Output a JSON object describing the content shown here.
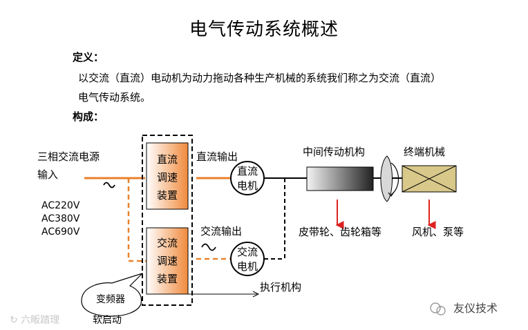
{
  "title": "电气传动系统概述",
  "definition": {
    "heading": "定义：",
    "line1": "以交流（直流）电动机为动力拖动各种生产机械的系统我们称之为交流（直流）",
    "line2": "电气传动系统。"
  },
  "composition": {
    "heading": "构成："
  },
  "diagram": {
    "power_source_line1": "三相交流电源",
    "power_source_line2": "输入",
    "voltages": [
      "AC220V",
      "AC380V",
      "AC690V"
    ],
    "dc_speed_unit": [
      "直流",
      "调速",
      "装置"
    ],
    "ac_speed_unit": [
      "交流",
      "调速",
      "装置"
    ],
    "dc_output": "直流输出",
    "ac_output": "交流输出",
    "dc_motor": [
      "直流",
      "电机"
    ],
    "ac_motor": [
      "交流",
      "电机"
    ],
    "actuator": "执行机构",
    "intermediate_mechanism": "中间传动机构",
    "terminal_machinery": "终端机械",
    "intermediate_examples": "皮带轮、齿轮箱等",
    "terminal_examples": "风机、泵等",
    "callout_inverter": "变频器",
    "soft_start": "软启动",
    "ac_symbol": "~"
  },
  "watermarks": {
    "left": "六畈踏理",
    "right": "友仪技术"
  },
  "colors": {
    "orange": "#E8812B",
    "arrow_red": "#E02020",
    "terminal_fill": "#D8C88A"
  }
}
